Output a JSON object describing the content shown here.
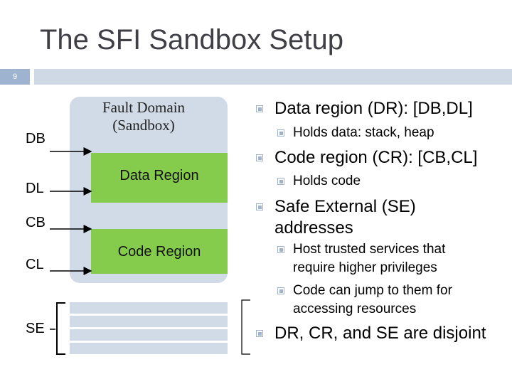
{
  "slide": {
    "title": "The SFI Sandbox Setup",
    "number": "9"
  },
  "diagram": {
    "sandbox_label_line1": "Fault Domain",
    "sandbox_label_line2": "(Sandbox)",
    "data_region_label": "Data Region",
    "code_region_label": "Code Region",
    "address_labels": {
      "db": "DB",
      "dl": "DL",
      "cb": "CB",
      "cl": "CL",
      "se": "SE"
    }
  },
  "bullets": [
    {
      "text": "Data region (DR): [DB,DL]",
      "sub": [
        "Holds data: stack, heap"
      ]
    },
    {
      "text": "Code region (CR): [CB,CL]",
      "sub": [
        "Holds code"
      ]
    },
    {
      "text_line1": "Safe External (SE)",
      "text_line2": "addresses",
      "sub": [
        {
          "line1": "Host trusted services that",
          "line2": "require higher privileges"
        },
        {
          "line1": "Code can jump to them for",
          "line2": "accessing resources"
        }
      ]
    },
    {
      "text": "DR, CR, and SE are disjoint"
    }
  ],
  "colors": {
    "region_fill": "#86cc4c",
    "sandbox_fill": "#d1dbe7",
    "accent": "#9db3cf"
  }
}
